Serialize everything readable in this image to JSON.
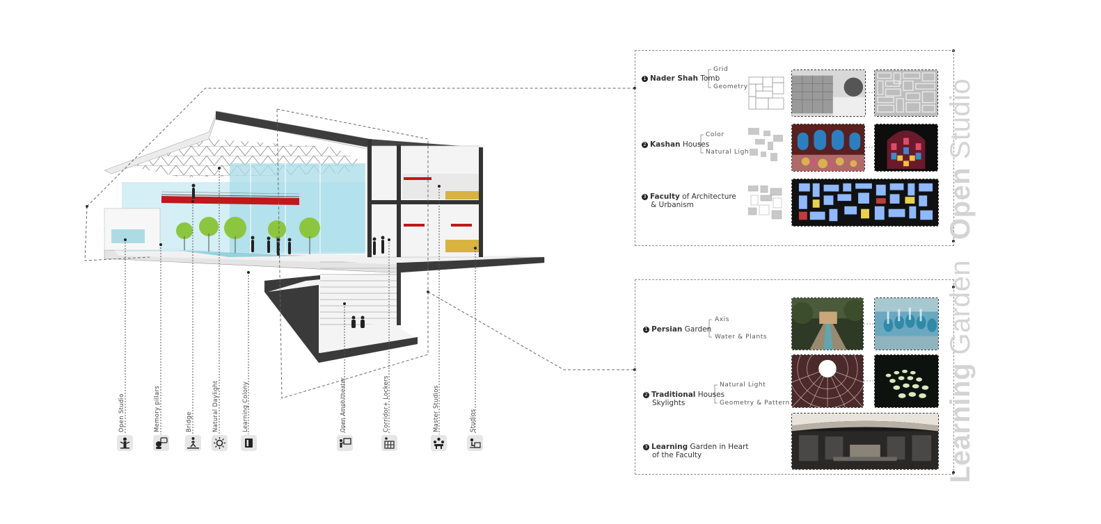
{
  "colors": {
    "panel_title": "#d4d4d4",
    "accent_red": "#c0181b",
    "glass": "#a8dce8",
    "tree": "#8cc63f",
    "wood": "#d8b340"
  },
  "open_studio": {
    "title_bold": "Open",
    "title_light": " Studio",
    "items": [
      {
        "num": "1",
        "name_bold": "Nader Shah",
        "name_rest": " Tomb",
        "line2": "",
        "branches": [
          "Grid",
          "Geometry"
        ]
      },
      {
        "num": "2",
        "name_bold": "Kashan",
        "name_rest": " Houses",
        "line2": "",
        "branches": [
          "Color",
          "Natural Light"
        ]
      },
      {
        "num": "3",
        "name_bold": "Faculty",
        "name_rest": " of Architecture",
        "line2": "& Urbanism",
        "branches": []
      }
    ]
  },
  "learning_garden": {
    "title_bold": "Learning",
    "title_light": " Garden",
    "items": [
      {
        "num": "1",
        "name_bold": "Persian",
        "name_rest": " Garden",
        "line2": "",
        "branches": [
          "Axis",
          "Water & Plants"
        ]
      },
      {
        "num": "2",
        "name_bold": "Traditional",
        "name_rest": " Houses",
        "line2": "Skylights",
        "branches": [
          "Natural Light",
          "Geometry & Pattern"
        ]
      },
      {
        "num": "3",
        "name_bold": "Learning",
        "name_rest": " Garden in Heart",
        "line2": "of the Faculty",
        "branches": []
      }
    ]
  },
  "legend": [
    {
      "label": "Open Studio",
      "icon": "presenter-icon"
    },
    {
      "label": "Memory pillars",
      "icon": "speech-head-icon"
    },
    {
      "label": "Bridge",
      "icon": "walking-bridge-icon"
    },
    {
      "label": "Natural Daylight",
      "icon": "sun-icon"
    },
    {
      "label": "Learning Colony",
      "icon": "book-icon"
    },
    {
      "label": "Open Amphitheater",
      "icon": "lecture-board-icon"
    },
    {
      "label": "Corridor+ Lockers",
      "icon": "locker-icon"
    },
    {
      "label": "Master Studios",
      "icon": "group-meeting-icon"
    },
    {
      "label": "Studios",
      "icon": "desk-person-icon"
    }
  ]
}
